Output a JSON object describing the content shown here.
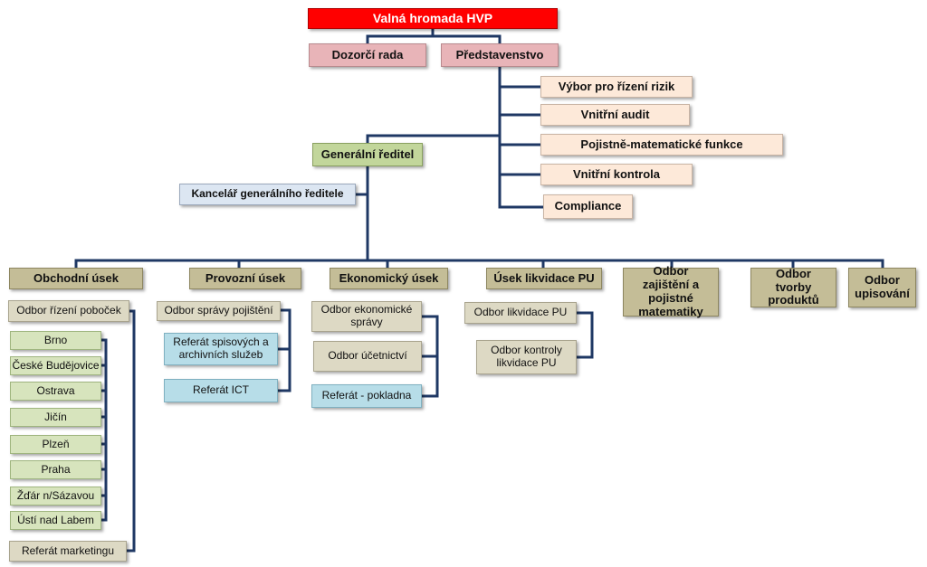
{
  "top": {
    "hvp": "Valná hromada HVP"
  },
  "board": {
    "dozorci": "Dozorčí rada",
    "predstavenstvo": "Představenstvo"
  },
  "committees": [
    "Výbor pro řízení rizik",
    "Vnitřní audit",
    "Pojistně-matematické funkce",
    "Vnitřní kontrola",
    "Compliance"
  ],
  "ceo": {
    "title": "Generální ředitel",
    "office": "Kancelář  generálního ředitele"
  },
  "divisions": {
    "obchodni": "Obchodní úsek",
    "provozni": "Provozní úsek",
    "ekonomicky": "Ekonomický úsek",
    "likvidace": "Úsek likvidace PU",
    "zajisteni": "Odbor zajištění a pojistné matematiky",
    "tvorby": "Odbor tvorby produktů",
    "upisovani": "Odbor upisování"
  },
  "obchodni_units": {
    "pobocky": "Odbor řízení poboček",
    "branches": [
      "Brno",
      "České Budějovice",
      "Ostrava",
      "Jičín",
      "Plzeň",
      "Praha",
      "Žďár n/Sázavou",
      "Ústí nad Labem"
    ],
    "marketing": "Referát marketingu"
  },
  "provozni_units": [
    "Odbor správy pojištění",
    "Referát spisových a archivních služeb",
    "Referát  ICT"
  ],
  "ekonomicky_units": [
    "Odbor ekonomické správy",
    "Odbor účetnictví",
    "Referát  - pokladna"
  ],
  "likvidace_units": [
    "Odbor likvidace PU",
    "Odbor kontroly likvidace PU"
  ]
}
